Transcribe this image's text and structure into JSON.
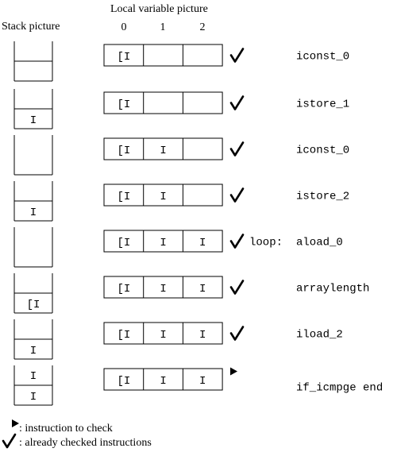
{
  "headers": {
    "stack": "Stack picture",
    "locals": "Local variable picture",
    "indices": [
      "0",
      "1",
      "2"
    ]
  },
  "steps": [
    {
      "stack": [
        "",
        ""
      ],
      "locals": [
        "[I",
        "",
        ""
      ],
      "mark": "check",
      "label": "",
      "instruction": "iconst_0"
    },
    {
      "stack": [
        "",
        "I"
      ],
      "locals": [
        "[I",
        "",
        ""
      ],
      "mark": "check",
      "label": "",
      "instruction": "istore_1"
    },
    {
      "stack": [
        ""
      ],
      "locals": [
        "[I",
        "I",
        ""
      ],
      "mark": "check",
      "label": "",
      "instruction": "iconst_0"
    },
    {
      "stack": [
        "",
        "I"
      ],
      "locals": [
        "[I",
        "I",
        ""
      ],
      "mark": "check",
      "label": "",
      "instruction": "istore_2"
    },
    {
      "stack": [
        ""
      ],
      "locals": [
        "[I",
        "I",
        "I"
      ],
      "mark": "check",
      "label": "loop:",
      "instruction": "aload_0"
    },
    {
      "stack": [
        "",
        "[I"
      ],
      "locals": [
        "[I",
        "I",
        "I"
      ],
      "mark": "check",
      "label": "",
      "instruction": "arraylength"
    },
    {
      "stack": [
        "",
        "I"
      ],
      "locals": [
        "[I",
        "I",
        "I"
      ],
      "mark": "check",
      "label": "",
      "instruction": "iload_2"
    },
    {
      "stack": [
        "I",
        "I"
      ],
      "locals": [
        "[I",
        "I",
        "I"
      ],
      "mark": "arrow",
      "label": "",
      "instruction": "if_icmpge end"
    }
  ],
  "legend": {
    "arrow_text": ": instruction to check",
    "check_text": ": already checked instructions"
  }
}
